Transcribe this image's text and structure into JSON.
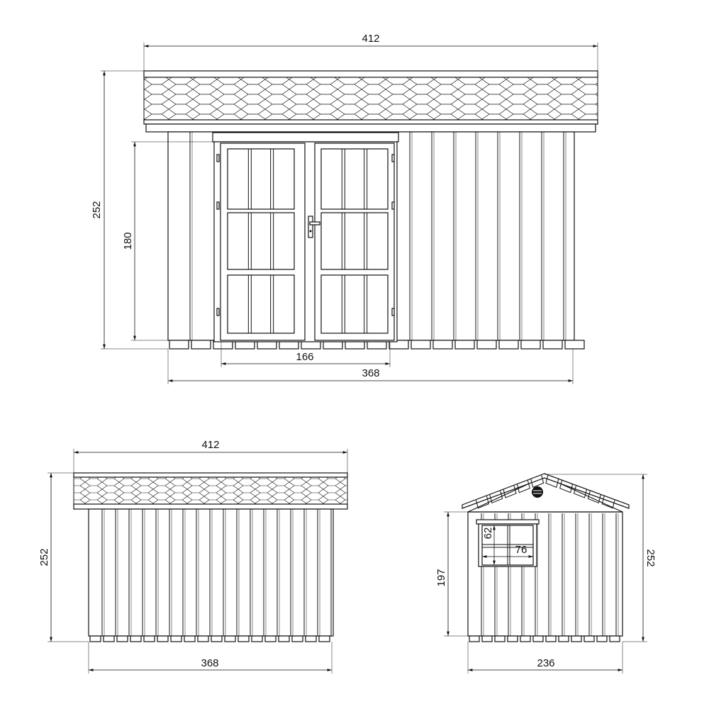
{
  "front_view": {
    "dimensions": {
      "roof_width": "412",
      "total_height": "252",
      "door_height": "180",
      "door_width": "166",
      "wall_width": "368"
    }
  },
  "side_view_long": {
    "dimensions": {
      "roof_width": "412",
      "total_height": "252",
      "wall_width": "368"
    }
  },
  "side_view_gable": {
    "dimensions": {
      "wall_height": "197",
      "total_height": "252",
      "wall_width": "236",
      "window_height": "62",
      "window_width": "76"
    }
  },
  "colors": {
    "line": "#111111",
    "background": "#ffffff"
  }
}
